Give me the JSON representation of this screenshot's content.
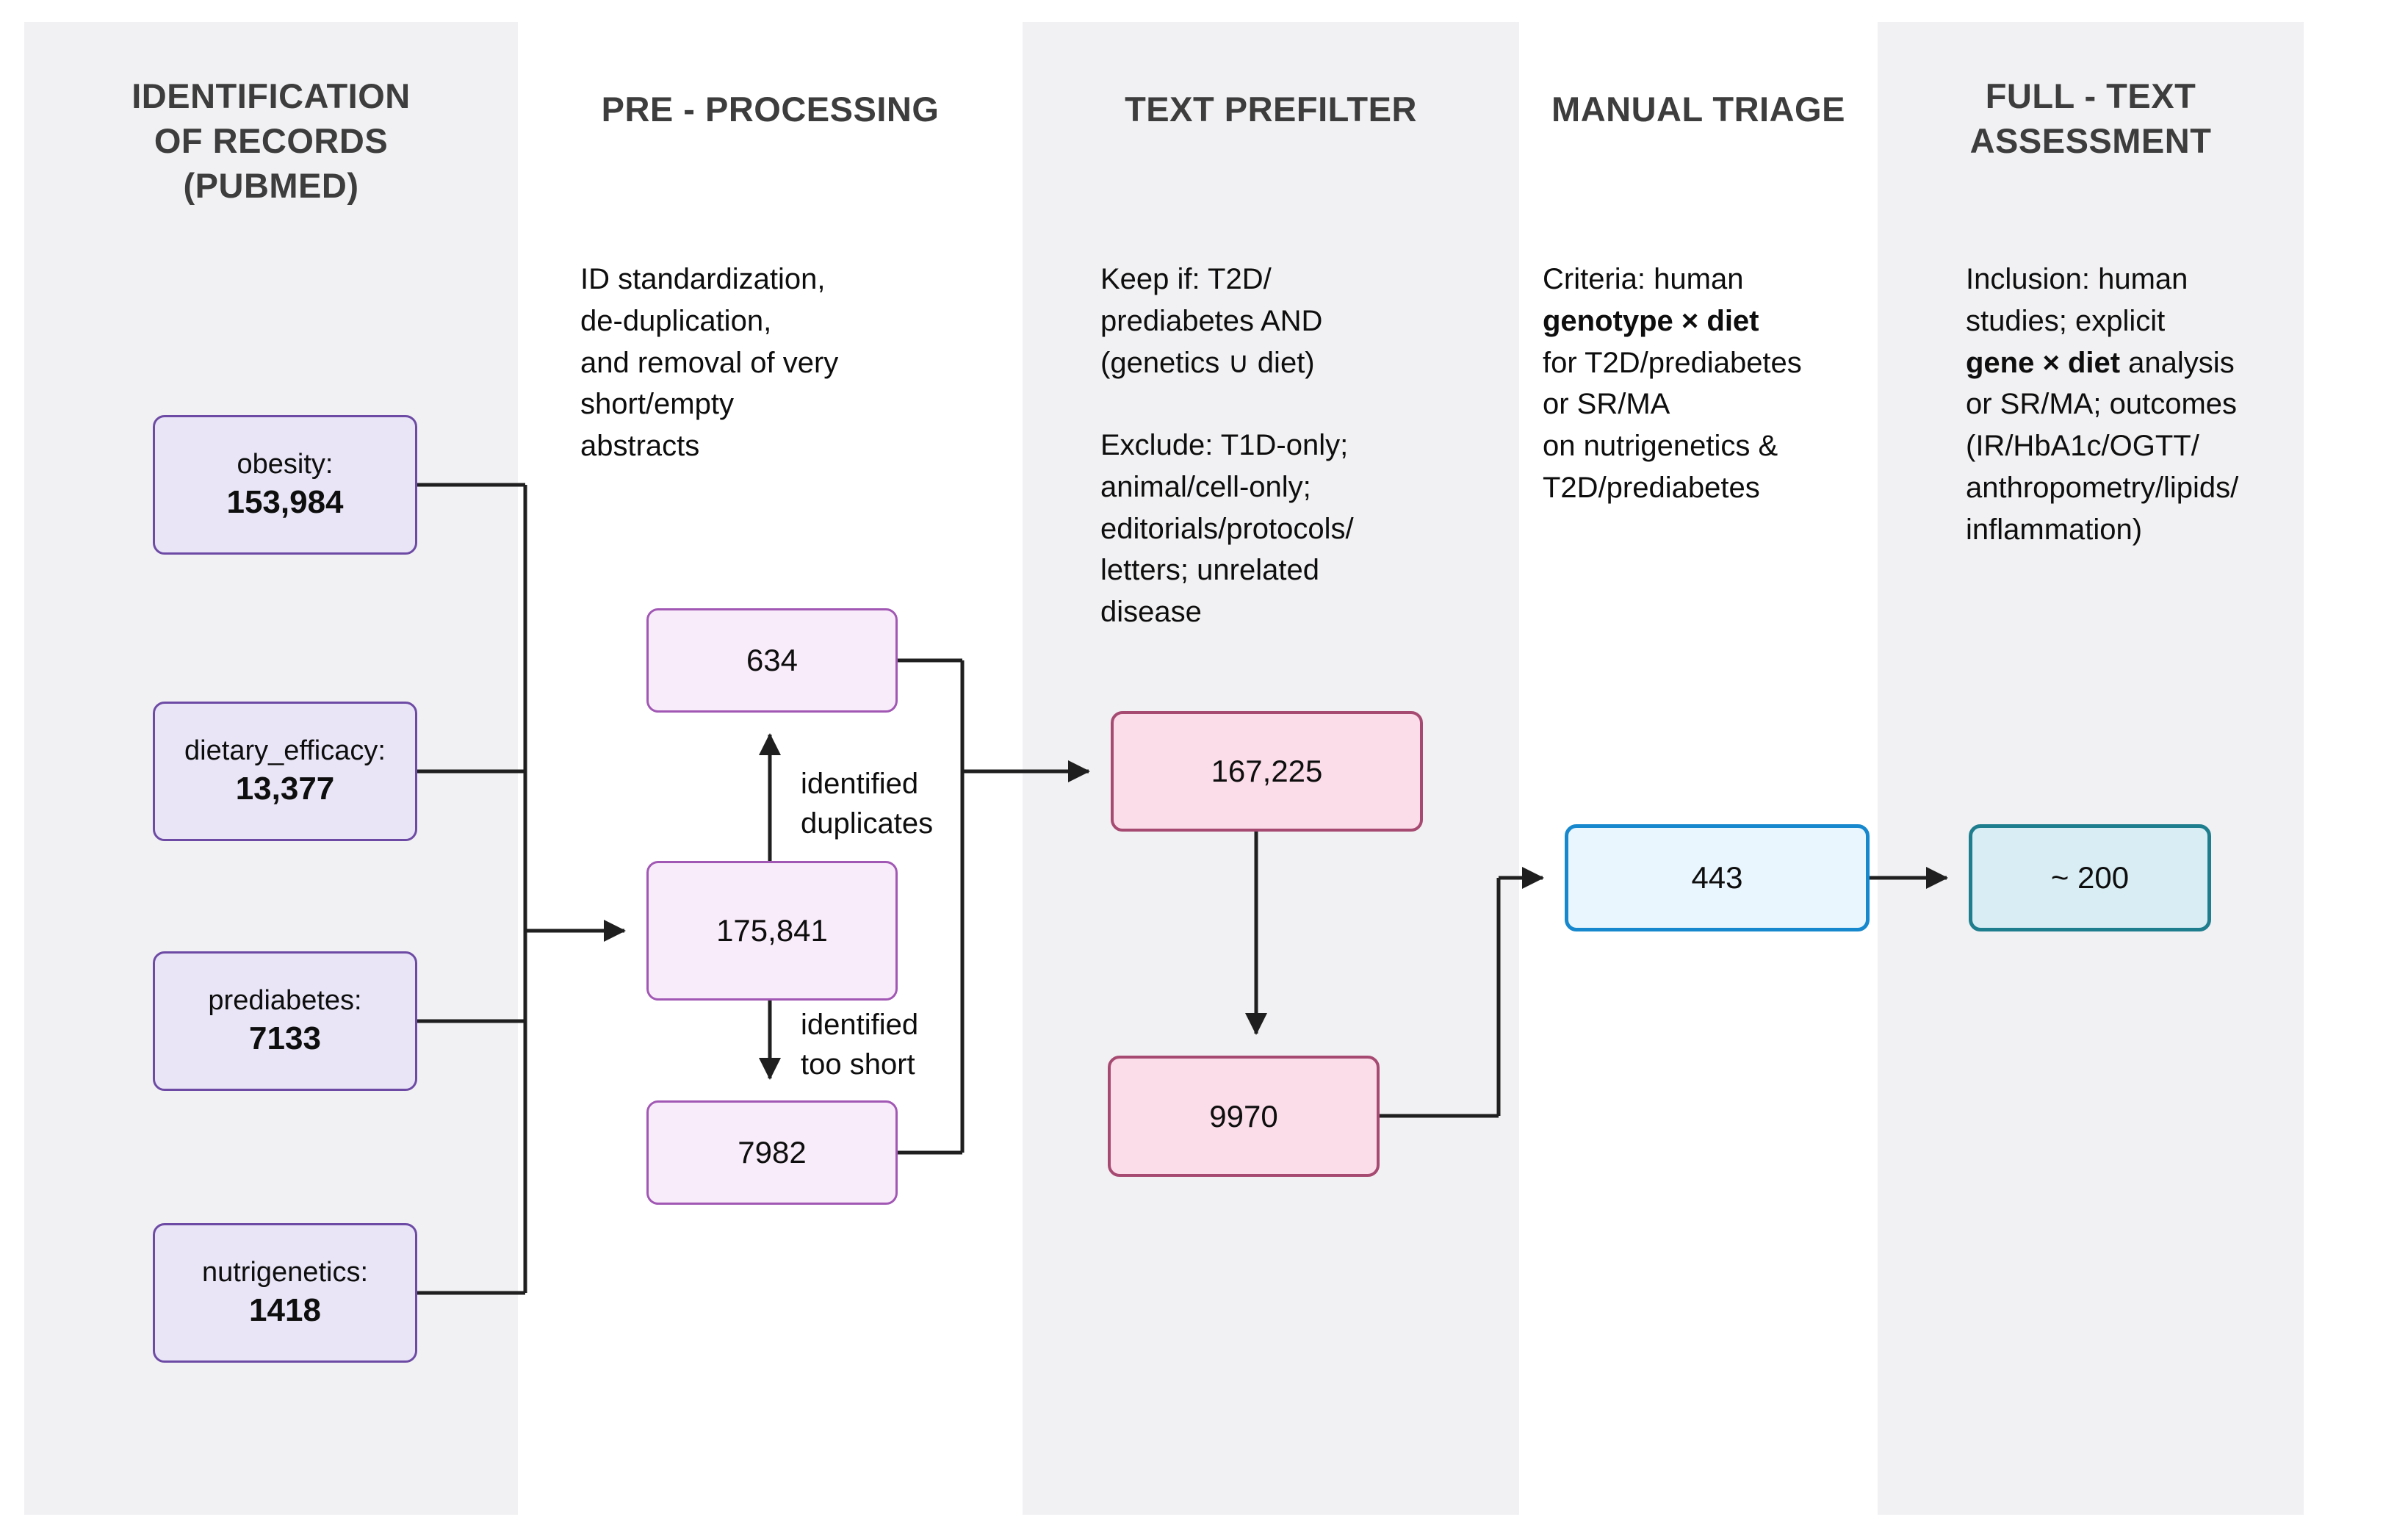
{
  "colors": {
    "stripe_background": "#f1f0f2",
    "line": "#1f1f1f",
    "title_text": "#3d3d3d",
    "source_box_fill": "#e9e5f6",
    "source_box_border": "#6d4ba5",
    "preprocess_box_fill": "#f9ecfa",
    "preprocess_box_border": "#a158b4",
    "prefilter_box_fill": "#fbdce9",
    "prefilter_box_border": "#a64a71",
    "triage_box_fill": "#eaf6fd",
    "triage_box_border": "#1788cd",
    "fulltext_box_fill": "#d8edf4",
    "fulltext_box_border": "#1f7e8e"
  },
  "columns": {
    "identification": {
      "title": "IDENTIFICATION\nOF RECORDS\n(PUBMED)"
    },
    "preprocessing": {
      "title": "PRE - PROCESSING",
      "note": "ID standardization,\nde-duplication,\nand removal of very\nshort/empty\nabstracts"
    },
    "prefilter": {
      "title": "TEXT PREFILTER",
      "note_keep": "Keep if: T2D/\nprediabetes AND\n(genetics ∪ diet)",
      "note_exclude": "Exclude: T1D-only;\nanimal/cell-only;\neditorials/protocols/\nletters; unrelated\ndisease"
    },
    "triage": {
      "title": "MANUAL TRIAGE",
      "note_parts": [
        {
          "text": "Criteria: human\n",
          "bold": false
        },
        {
          "text": "genotype × diet",
          "bold": true
        },
        {
          "text": "\nfor T2D/prediabetes\nor SR/MA\non nutrigenetics &\nT2D/prediabetes",
          "bold": false
        }
      ]
    },
    "fulltext": {
      "title": "FULL - TEXT\nASSESSMENT",
      "note_parts": [
        {
          "text": "Inclusion: human\nstudies; explicit\n",
          "bold": false
        },
        {
          "text": "gene × diet",
          "bold": true
        },
        {
          "text": " analysis\nor SR/MA; outcomes\n(IR/HbA1c/OGTT/\nanthropometry/lipids/\ninflammation)",
          "bold": false
        }
      ]
    }
  },
  "sources": [
    {
      "label": "obesity:",
      "value": "153,984"
    },
    {
      "label": "dietary_efficacy:",
      "value": "13,377"
    },
    {
      "label": "prediabetes:",
      "value": "7133"
    },
    {
      "label": "nutrigenetics:",
      "value": "1418"
    }
  ],
  "preprocessing": {
    "duplicates_count": "634",
    "merged_count": "175,841",
    "too_short_count": "7982",
    "label_duplicates": "identified\nduplicates",
    "label_too_short": "identified\ntoo short"
  },
  "prefilter": {
    "kept_count": "167,225",
    "triaged_count": "9970"
  },
  "triage": {
    "count": "443"
  },
  "fulltext": {
    "count": "~ 200"
  }
}
